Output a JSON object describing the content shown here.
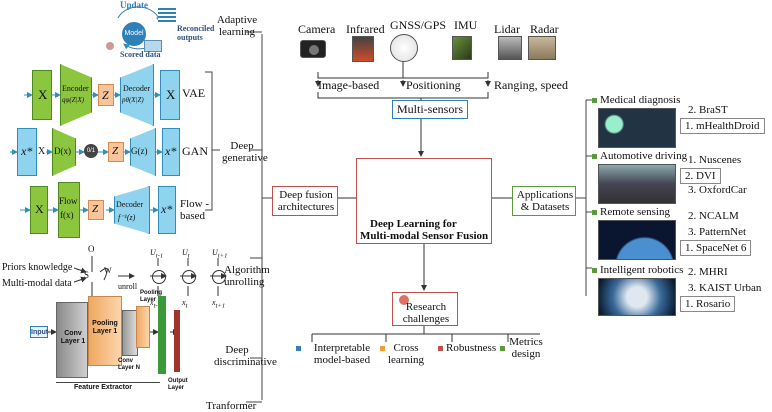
{
  "left": {
    "adaptive_learning": "Adaptive learning",
    "update": "Update",
    "model": "Model",
    "reconciled": "Reconciled outputs",
    "scored": "Scored data",
    "vae": {
      "x": "X",
      "encoder": "Encoder",
      "encoder_f": "qφ(Z|X)",
      "z": "Z",
      "decoder": "Decoder",
      "decoder_f": "pθ(X|Z)",
      "xout": "X",
      "label": "VAE"
    },
    "gan": {
      "xstar": "x*",
      "x": "X",
      "d": "D(x)",
      "bin": "0/1",
      "z": "Z",
      "g": "G(z)",
      "xout": "x*",
      "label": "GAN"
    },
    "flow": {
      "x": "X",
      "flow": "Flow",
      "flow_f": "f(x)",
      "z": "Z",
      "decoder": "Decoder",
      "decoder_f": "f⁻¹(z)",
      "xout": "x*",
      "label": "Flow -based"
    },
    "deep_generative": "Deep generative",
    "priors": "Priors knowledge",
    "multimodal": "Multi-modal data",
    "unroll": "unroll",
    "algorithm_unrolling": "Algorithm unrolling",
    "cnn": {
      "input": "Input",
      "conv1": "Conv Layer 1",
      "pool1": "Pooling Layer 1",
      "convn": "Conv Layer N",
      "pooln": "Pooling Layer N",
      "output": "Output Layer",
      "extractor": "Feature Extractor"
    },
    "deep_discriminative": "Deep discriminative",
    "transformer": "Tranformer"
  },
  "sensors": {
    "items": [
      "Camera",
      "Infrared",
      "GNSS/GPS",
      "IMU",
      "Lidar",
      "Radar"
    ],
    "image_based": "Image-based",
    "positioning": "Positioning",
    "ranging": "Ranging, speed",
    "multi": "Multi-sensors"
  },
  "center": {
    "title1": "Deep Learning for",
    "title2": "Multi-modal Sensor Fusion",
    "fusion": "Deep fusion architectures",
    "apps": "Applications & Datasets",
    "research": "Research challenges"
  },
  "challenges": [
    "Interpretable model-based",
    "Cross learning",
    "Robustness",
    "Metrics design"
  ],
  "applications": [
    {
      "title": "Medical diagnosis",
      "datasets": [
        "2. BraST",
        "1. mHealthDroid"
      ]
    },
    {
      "title": "Automotive driving",
      "datasets": [
        "1. Nuscenes",
        "2. DVI",
        "3. OxfordCar"
      ]
    },
    {
      "title": "Remote sensing",
      "datasets": [
        "2. NCALM",
        "3. PatternNet",
        "1. SpaceNet 6"
      ]
    },
    {
      "title": "Intelligent robotics",
      "datasets": [
        "2. MHRI",
        "3. KAIST Urban",
        "1. Rosario"
      ]
    }
  ],
  "colors": {
    "green": "#8cc63f",
    "blue": "#8fd3ee",
    "peach": "#f6c59b",
    "accent_red": "#c0504d",
    "accent_blue": "#2f7fb8",
    "accent_green": "#5a9a3a"
  }
}
